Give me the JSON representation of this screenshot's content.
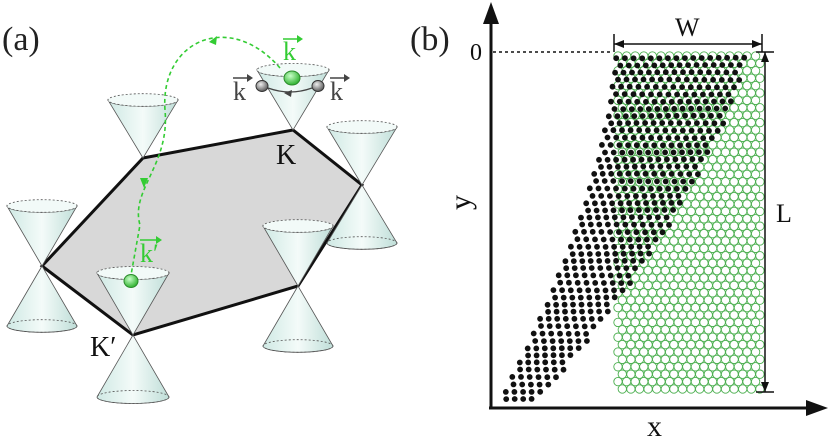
{
  "panels": {
    "a": {
      "label": "(a)",
      "corner_K": "K",
      "corner_Kprime": "K′",
      "valley_K_momentum": "k",
      "valley_Kprime_momentum": "k′",
      "intravalley_left": "k",
      "intravalley_right": "k"
    },
    "b": {
      "label": "(b)",
      "axis_x": "x",
      "axis_y": "y",
      "origin_tick": "0",
      "width_label": "W",
      "length_label": "L"
    }
  },
  "colors": {
    "hexagon_fill": "#d8d8d8",
    "cone_fill": "#e0f0ec",
    "green": "#33cc33",
    "strained_atoms": "#111111",
    "pristine_atoms": "#4caf50"
  }
}
